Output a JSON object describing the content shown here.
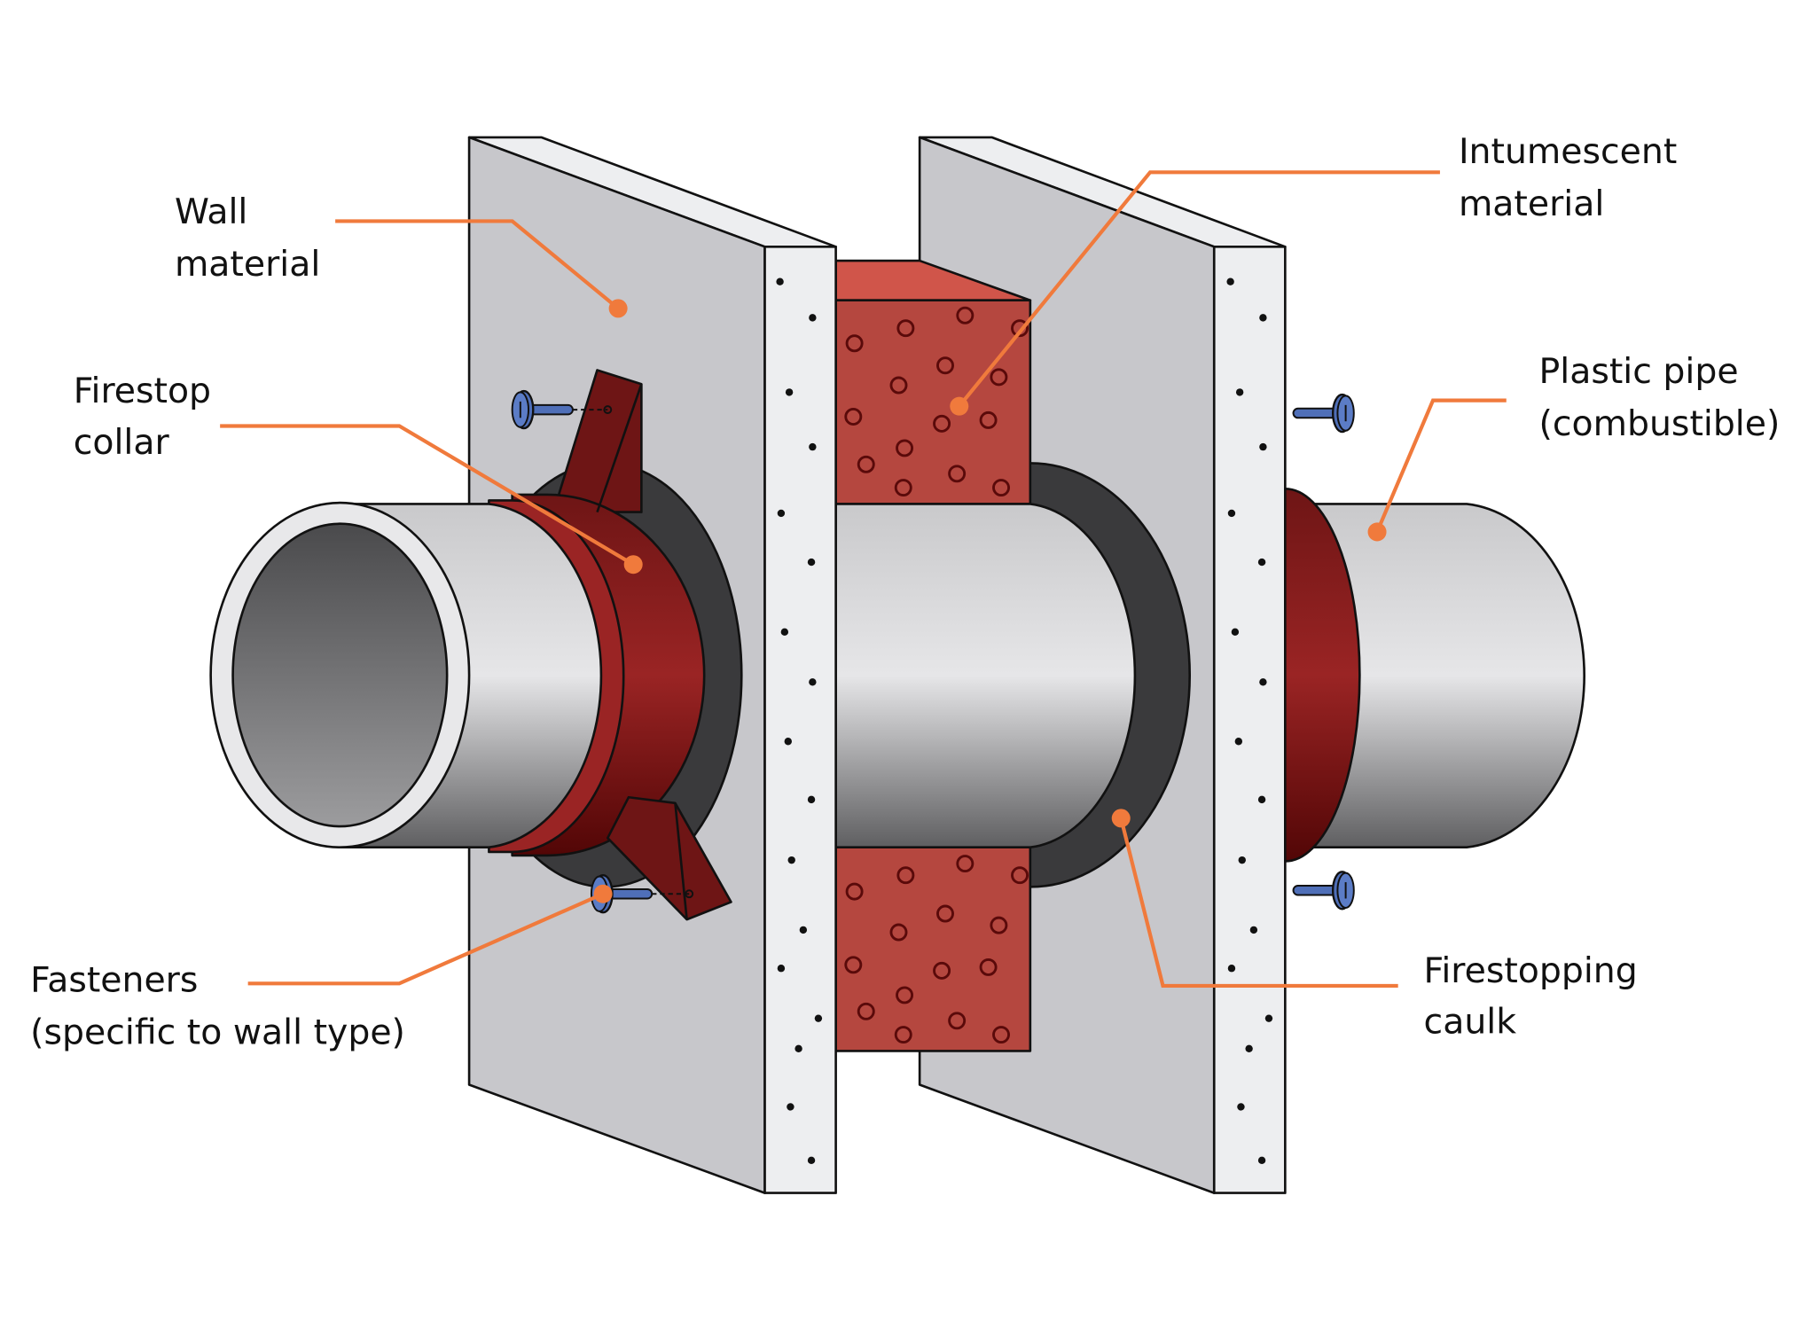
{
  "colors": {
    "wall_face": "#c7c7cb",
    "wall_edge": "#edeef0",
    "intumescent": "#b5473f",
    "intumescent_top": "#d0554a",
    "collar": "#8f1f20",
    "caulk": "#3a3a3c",
    "fastener": "#4f6fb8",
    "leader": "#f07a3c"
  },
  "labels": {
    "wall_material": [
      "Wall",
      "material"
    ],
    "intumescent_material": [
      "Intumescent",
      "material"
    ],
    "firestop_collar": [
      "Firestop",
      "collar"
    ],
    "plastic_pipe": [
      "Plastic pipe",
      "(combustible)"
    ],
    "fasteners": [
      "Fasteners",
      "(specific to wall type)"
    ],
    "firestopping_caulk": [
      "Firestopping",
      "caulk"
    ]
  }
}
